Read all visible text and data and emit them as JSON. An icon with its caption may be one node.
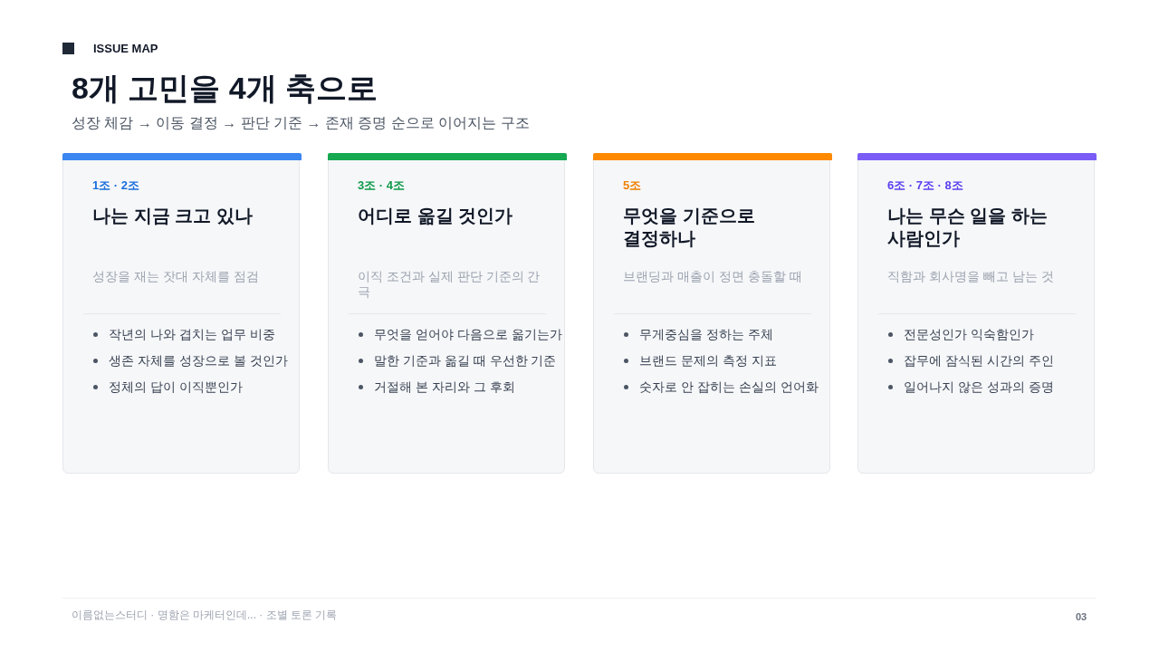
{
  "diagram": {
    "title": "8개 고민을 4개 축으로",
    "nodes": [
      {
        "text": [
          "1조 · 2조",
          "나는 지금 크고 있나",
          "성장을 재는 잣대 자체를 점검",
          "작년의 나와 겹치는 업무 비중",
          "생존 자체를 성장으로 볼 것인가",
          "정체의 답이 이직뿐인가"
        ]
      },
      {
        "text": [
          "3조 · 4조",
          "어디로 옮길 것인가",
          "이직 조건과 실제 판단 기준의 간극",
          "무엇을 얻어야 다음으로 옮기는가",
          "말한 기준과 옮길 때 우선한 기준",
          "거절해 본 자리와 그 후회"
        ]
      },
      {
        "text": [
          "5조",
          "무엇을 기준으로 결정하나",
          "브랜딩과 매출이 정면 충돌할 때",
          "무게중심을 정하는 주체",
          "브랜드 문제의 측정 지표",
          "숫자로 안 잡히는 손실의 언어화"
        ]
      },
      {
        "text": [
          "6조 · 7조 · 8조",
          "나는 무슨 일을 하는 사람인가",
          "직함과 회사명을 빼고 남는 것",
          "전문성인가 익숙함인가",
          "잡무에 잠식된 시간의 주인",
          "일어나지 않은 성과의 증명"
        ]
      }
    ],
    "labels": [
      "ISSUE MAP",
      "성장 체감 → 이동 결정 → 판단 기준 → 존재 증명 순으로 이어지는 구조",
      "이름없는스터디 · 명함은 마케터인데... · 조별 토론 기록",
      "03"
    ]
  }
}
